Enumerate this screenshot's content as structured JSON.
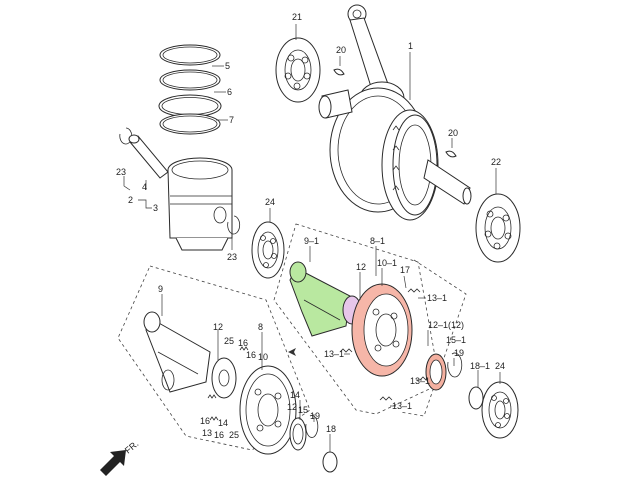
{
  "labels": {
    "l21": "21",
    "l20a": "20",
    "l1": "1",
    "l20b": "20",
    "l22": "22",
    "l5": "5",
    "l6": "6",
    "l7": "7",
    "l23a": "23",
    "l4": "4",
    "l2": "2",
    "l3": "3",
    "l24a": "24",
    "l23b": "23",
    "l9_1": "9–1",
    "l8_1": "8–1",
    "l12a": "12",
    "l10_1": "10–1",
    "l17": "17",
    "l13_1a": "13–1",
    "l12_1": "12–1(12)",
    "l15_1": "15–1",
    "l19a": "19",
    "l13_1b": "13–1",
    "l13_1c": "13–1",
    "l13_1d": "13–1",
    "l18_1": "18–1",
    "l24b": "24",
    "l9": "9",
    "l12b": "12",
    "l8": "8",
    "l25a": "25",
    "l16a": "16",
    "l10": "10",
    "l16b": "16",
    "l14a": "14",
    "l12c": "12",
    "l15": "15",
    "l19b": "19",
    "l16c": "16",
    "l13a": "13",
    "l16d": "16",
    "l14b": "14",
    "l25b": "25",
    "l18": "18",
    "fr": "FR."
  },
  "colors": {
    "ink": "#2a2a2a",
    "balancer_shaft_highlight": "#b9e8a0",
    "gear_highlight": "#f6b6a8",
    "ring_highlight": "#f4b0a0",
    "washer_highlight": "#e7c6ea"
  },
  "icons": {
    "front_arrow": "arrow-down-left-icon",
    "direction_arrow": "arrow-right-icon"
  }
}
